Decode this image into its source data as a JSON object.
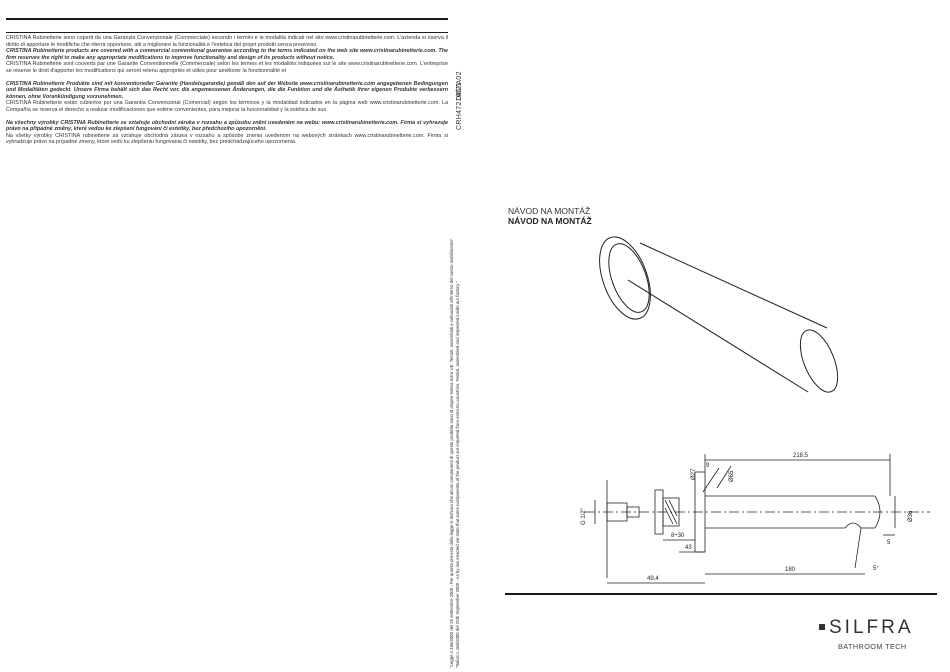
{
  "doc": {
    "code": "CRH4721657A02",
    "date": "04/21",
    "footnote_lines": [
      "\"Legge n.166/2009 del 25 settembre 2009 - Per quanto previsto dalla legge si dichiara che alcuni componenti di questo prodotto sono di origine estera extra UE. Testati, assemblati e collaudati all'interno del nostro stabilimento\".",
      "\"Italian n.166/2009 del 25th September 2009 - As by law enacted we state that some components of the product are imported from extra-Eu countries. Tested, assembled and inspected inside our factory.\""
    ]
  },
  "warranty": {
    "p1": "CRISTINA Rubinetterie sono coperti da una Garanzia Convenzionale (Commerciale) secondo i termini e le modalità indicati nel sito www.cristinarubinetterie.com. L'azienda si riserva il diritto di apportare le modifiche che riterrà opportune, atti a migliorare la funzionalità e l'estetica dei propri prodotti senza preavviso.",
    "p2": "CRISTINA Rubinetterie products are covered with a commercial conventional guarantee according to the terms indicated on the web site www.cristinarubinetterie.com. The firm reserves the right to make any appropriate modifications to improve functionality and design of its products without notice.",
    "p3": "CRISTINA Rubinetterie sont couverts par une Garantie Conventionnelle (Commerciale) selon les termes et les modalités indiquées sur le site www.cristinarubinetterie.com. L'entreprise se réserve le droit d'apporter les modifications qui seront retenu appropriés et utiles pour améliorer la fonctionnalité et",
    "p4": "CRISTINA Rubinetterie Produkte sind mit konventioneller Garantie (Handelsgarantie) gemäß den auf der Website www.cristinarubinetterie.com angegebenen Bedingungen und Modalitäten gedeckt. Unsere Firma behält sich das Recht vor, die angemessenen Änderungen, die die Funktion und die Ästhetik ihrer eigenen Produkte verbessern können, ohne Vorankündigung vorzunehmen.",
    "p5": "CRISTINA Rubinetterie están cubiertos por una Garantía Convencional (Comercial) según los términos y la modalidad indicados en la página web www.cristinarubinetterie.com. La Compañía se reserva el derecho a realizar modificaciones que estime convenientes, para mejorar la funcionalidad y la estética de sus",
    "p6": "Na všechny výrobky CRISTINA Rubinetterie se vztahuje obchodní záruka v rozsahu a způsobu znění uvedeném na webu: www.cristinarubinetterie.com. Firma si vyhrazuje právo na případné změny, které vedou ke zlepšení fungování či estetiky, bez předchozího upozornění.",
    "p7": "Na všetky výrobky CRISTINA rubinetterie sa vzťahuje obchodná záruka v rozsahu a spôsobe znenia uvedenom na webových stránkach www.cristinarubinetterie.com. Firma si vyhradzuje právo na prípadné zmeny, ktoré vedú ku zlepšeniu fungovania či estetiky, bez predchádzajúceho upozornenia."
  },
  "titles": {
    "line1": "NÁVOD NA MONTÁŽ",
    "line2": "NÁVOD NA MONTÁŽ"
  },
  "dimensions": {
    "total_length": "218,5",
    "flange_diameter": "Ø65",
    "pipe_diameter": "Ø27",
    "nine": "9",
    "outlet_diameter": "Ø36",
    "thread": "G 1/2\"",
    "range": "8÷30",
    "depth": "43",
    "spout_length": "180",
    "angle": "5°",
    "drop": "5",
    "wall_depth": "49,4"
  },
  "brand": {
    "name": "SILFRA",
    "tagline": "BATHROOM TECH"
  }
}
